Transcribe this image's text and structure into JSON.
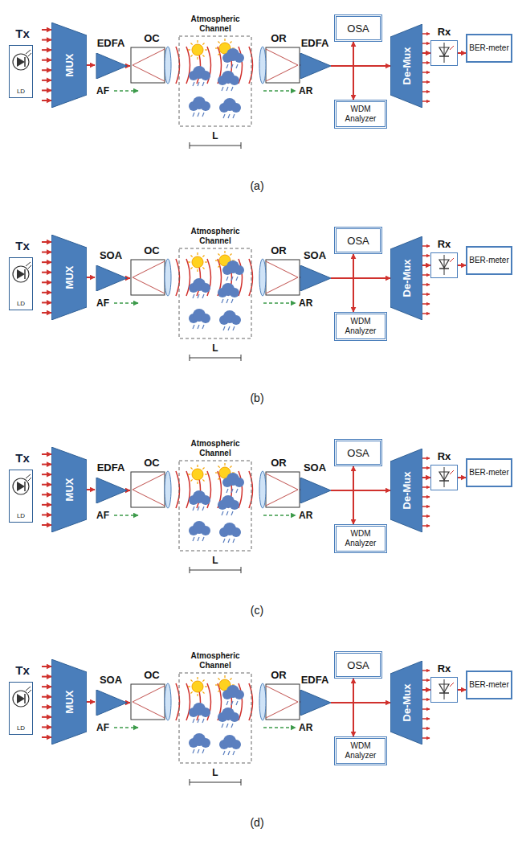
{
  "diagram": {
    "nodes": [
      {
        "text": [
          "Tx",
          "LD"
        ]
      },
      {
        "text": [
          "MUX"
        ]
      },
      {
        "text": [
          "EDFA"
        ]
      },
      {
        "text": [
          "OC"
        ]
      },
      {
        "text": [
          "Atmospheric Channel"
        ]
      },
      {
        "text": [
          "OR"
        ]
      },
      {
        "text": [
          "EDFA"
        ]
      },
      {
        "text": [
          "OSA"
        ]
      },
      {
        "text": [
          "WDM Analyzer"
        ]
      },
      {
        "text": [
          "De-Mux"
        ]
      },
      {
        "text": [
          "Rx"
        ]
      },
      {
        "text": [
          "BER-meter"
        ]
      },
      {
        "text": [
          "Tx",
          "LD"
        ]
      },
      {
        "text": [
          "MUX"
        ]
      },
      {
        "text": [
          "SOA"
        ]
      },
      {
        "text": [
          "OC"
        ]
      },
      {
        "text": [
          "Atmospheric Channel"
        ]
      },
      {
        "text": [
          "OR"
        ]
      },
      {
        "text": [
          "SOA"
        ]
      },
      {
        "text": [
          "OSA"
        ]
      },
      {
        "text": [
          "WDM Analyzer"
        ]
      },
      {
        "text": [
          "De-Mux"
        ]
      },
      {
        "text": [
          "Rx"
        ]
      },
      {
        "text": [
          "BER-meter"
        ]
      },
      {
        "text": [
          "Tx",
          "LD"
        ]
      },
      {
        "text": [
          "MUX"
        ]
      },
      {
        "text": [
          "EDFA"
        ]
      },
      {
        "text": [
          "OC"
        ]
      },
      {
        "text": [
          "Atmospheric Channel"
        ]
      },
      {
        "text": [
          "OR"
        ]
      },
      {
        "text": [
          "SOA"
        ]
      },
      {
        "text": [
          "OSA"
        ]
      },
      {
        "text": [
          "WDM Analyzer"
        ]
      },
      {
        "text": [
          "De-Mux"
        ]
      },
      {
        "text": [
          "Rx"
        ]
      },
      {
        "text": [
          "BER-meter"
        ]
      },
      {
        "text": [
          "Tx",
          "LD"
        ]
      },
      {
        "text": [
          "MUX"
        ]
      },
      {
        "text": [
          "SOA"
        ]
      },
      {
        "text": [
          "OC"
        ]
      },
      {
        "text": [
          "Atmospheric Channel"
        ]
      },
      {
        "text": [
          "OR"
        ]
      },
      {
        "text": [
          "EDFA"
        ]
      },
      {
        "text": [
          "OSA"
        ]
      },
      {
        "text": [
          "WDM Analyzer"
        ]
      },
      {
        "text": [
          "De-Mux"
        ]
      },
      {
        "text": [
          "Rx"
        ]
      },
      {
        "text": [
          "BER-meter"
        ]
      }
    ],
    "edges": [
      {
        "from": 0,
        "to": 1,
        "arrow": "to"
      },
      {
        "from": 1,
        "to": 2,
        "arrow": "to"
      },
      {
        "from": 2,
        "to": 3,
        "arrow": "to"
      },
      {
        "from": 5,
        "to": 6,
        "arrow": "to"
      },
      {
        "from": 6,
        "to": 7,
        "arrow": "to"
      },
      {
        "from": 6,
        "to": 8,
        "arrow": "to"
      },
      {
        "from": 6,
        "to": 9,
        "arrow": "to"
      },
      {
        "from": 9,
        "to": 10,
        "arrow": "to"
      },
      {
        "from": 10,
        "to": 11,
        "arrow": "to"
      },
      {
        "from": 12,
        "to": 13,
        "arrow": "to"
      },
      {
        "from": 13,
        "to": 14,
        "arrow": "to"
      },
      {
        "from": 14,
        "to": 15,
        "arrow": "to"
      },
      {
        "from": 17,
        "to": 18,
        "arrow": "to"
      },
      {
        "from": 18,
        "to": 19,
        "arrow": "to"
      },
      {
        "from": 18,
        "to": 20,
        "arrow": "to"
      },
      {
        "from": 18,
        "to": 21,
        "arrow": "to"
      },
      {
        "from": 21,
        "to": 22,
        "arrow": "to"
      },
      {
        "from": 22,
        "to": 23,
        "arrow": "to"
      },
      {
        "from": 24,
        "to": 25,
        "arrow": "to"
      },
      {
        "from": 25,
        "to": 26,
        "arrow": "to"
      },
      {
        "from": 26,
        "to": 27,
        "arrow": "to"
      },
      {
        "from": 29,
        "to": 30,
        "arrow": "to"
      },
      {
        "from": 30,
        "to": 31,
        "arrow": "to"
      },
      {
        "from": 30,
        "to": 32,
        "arrow": "to"
      },
      {
        "from": 30,
        "to": 33,
        "arrow": "to"
      },
      {
        "from": 33,
        "to": 34,
        "arrow": "to"
      },
      {
        "from": 34,
        "to": 35,
        "arrow": "to"
      },
      {
        "from": 36,
        "to": 37,
        "arrow": "to"
      },
      {
        "from": 37,
        "to": 38,
        "arrow": "to"
      },
      {
        "from": 38,
        "to": 39,
        "arrow": "to"
      },
      {
        "from": 41,
        "to": 42,
        "arrow": "to"
      },
      {
        "from": 42,
        "to": 43,
        "arrow": "to"
      },
      {
        "from": 42,
        "to": 44,
        "arrow": "to"
      },
      {
        "from": 42,
        "to": 45,
        "arrow": "to"
      },
      {
        "from": 45,
        "to": 46,
        "arrow": "to"
      },
      {
        "from": 46,
        "to": 47,
        "arrow": "to"
      }
    ],
    "labels": [
      "AF",
      "AR",
      "L",
      "(a)",
      "AF",
      "AR",
      "L",
      "(b)",
      "AF",
      "AR",
      "L",
      "(c)",
      "AF",
      "AR",
      "L",
      "(d)"
    ]
  }
}
